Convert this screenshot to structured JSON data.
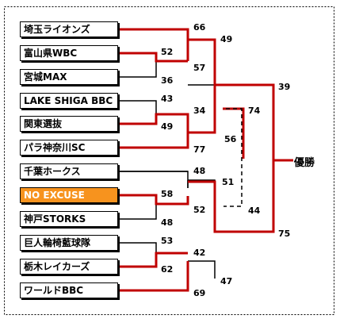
{
  "teams": [
    {
      "name": "埼玉ライオンズ",
      "highlight": false
    },
    {
      "name": "富山県WBC",
      "highlight": false
    },
    {
      "name": "宮城MAX",
      "highlight": false
    },
    {
      "name": "LAKE SHIGA BBC",
      "highlight": false
    },
    {
      "name": "関東選抜",
      "highlight": false
    },
    {
      "name": "パラ神奈川SC",
      "highlight": false
    },
    {
      "name": "千葉ホークス",
      "highlight": false
    },
    {
      "name": "NO EXCUSE",
      "highlight": true
    },
    {
      "name": "神戸STORKS",
      "highlight": false
    },
    {
      "name": "巨人輪椅藍球隊",
      "highlight": false
    },
    {
      "name": "栃木レイカーズ",
      "highlight": false
    },
    {
      "name": "ワールドBBC",
      "highlight": false
    }
  ],
  "scores": {
    "r1_toyama": "52",
    "r1_miyagi": "36",
    "r1_shiga": "43",
    "r1_kanto": "49",
    "r1_excuse": "58",
    "r1_kobe": "48",
    "r1_kyojin": "53",
    "r1_tochigi": "62",
    "r2_saitama": "66",
    "r2_toyama": "57",
    "r2_kanto": "34",
    "r2_kanagawa": "77",
    "r2_chiba": "48",
    "r2_excuse": "52",
    "r2_tochigi": "42",
    "r2_world": "69",
    "sf_top_saitama_side": "49",
    "sf_top_kanagawa_side": "34",
    "sf_bottom_chiba_side": "47",
    "sf_bottom_world_side": "51",
    "final_top": "39",
    "final_bottom": "75",
    "third_place_top": "74",
    "third_place_mid": "56",
    "third_place_bottom": "44"
  },
  "champion_label": "優勝",
  "colors": {
    "winner_line": "#c00000",
    "loser_line": "#000000",
    "highlight": "#f7931e"
  }
}
